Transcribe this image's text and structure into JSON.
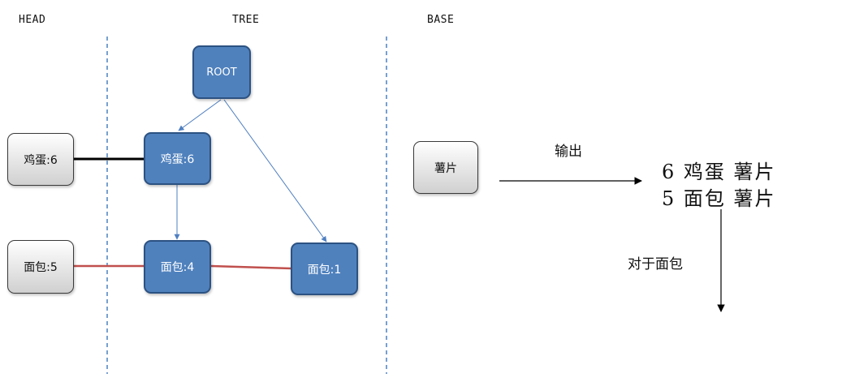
{
  "columns": {
    "head": "HEAD",
    "tree": "TREE",
    "base": "BASE"
  },
  "tree_nodes": {
    "root": "ROOT",
    "egg": "鸡蛋:6",
    "bread_left": "面包:4",
    "bread_right": "面包:1"
  },
  "head_nodes": {
    "egg": "鸡蛋:6",
    "bread": "面包:5"
  },
  "base_node": "薯片",
  "output": {
    "caption": "输出",
    "lines": [
      "6 鸡蛋 薯片",
      "5 面包 薯片"
    ]
  },
  "for_bread": "对于面包",
  "colors": {
    "tree_node": "#4f81bd",
    "tree_edge": "#4f7fc0",
    "head_link_egg": "#000000",
    "head_link_bread": "#c0504d",
    "divider": "#2f6db5"
  }
}
